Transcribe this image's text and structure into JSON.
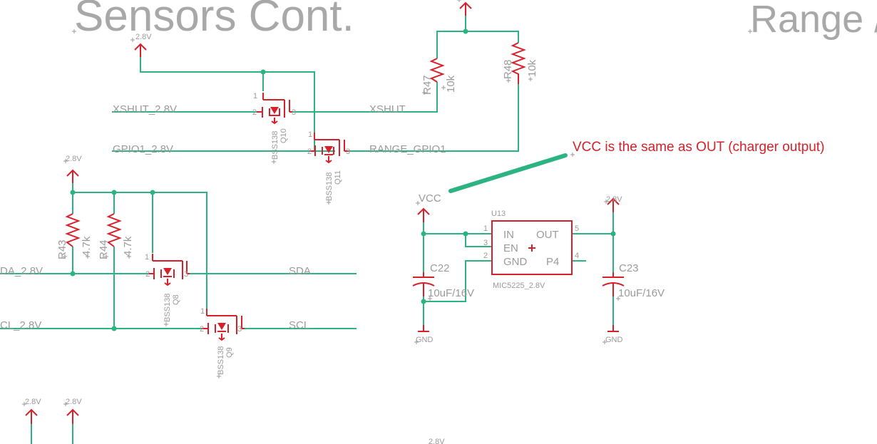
{
  "titles": {
    "left": "Sensors Cont.",
    "right": "Range /"
  },
  "note": "VCC is the same as OUT (charger output)",
  "nets": {
    "xshut_28v": "XSHUT_2.8V",
    "gpio1_28v": "GPIO1_2.8V",
    "xshut": "XSHUT",
    "range_gpio1": "RANGE_GPIO1",
    "sda_28v": "DA_2.8V",
    "scl_28v": "CL_2.8V",
    "sda": "SDA",
    "scl": "SCL"
  },
  "supplies": {
    "v28": "2.8V",
    "vcc": "VCC",
    "gnd": "GND"
  },
  "resistors": [
    {
      "name": "R47",
      "value": "10k"
    },
    {
      "name": "R48",
      "value": "10k"
    },
    {
      "name": "R43",
      "value": "4.7k"
    },
    {
      "name": "R44",
      "value": "4.7k"
    }
  ],
  "mosfets": [
    {
      "name": "Q10",
      "part": "BSS138"
    },
    {
      "name": "Q11",
      "part": "BSS138"
    },
    {
      "name": "Q8",
      "part": "BSS138"
    },
    {
      "name": "Q9",
      "part": "BSS138"
    }
  ],
  "pins": {
    "p1": "1",
    "p2": "2",
    "p3": "3",
    "p4": "4",
    "p5": "5"
  },
  "regulator": {
    "name": "U13",
    "part": "MIC5225_2.8V",
    "pin_in": "IN",
    "pin_en": "EN",
    "pin_gnd": "GND",
    "pin_out": "OUT",
    "pin_p4": "P4"
  },
  "capacitors": [
    {
      "name": "C22",
      "value": "10uF/16V"
    },
    {
      "name": "C23",
      "value": "10uF/16V"
    }
  ]
}
